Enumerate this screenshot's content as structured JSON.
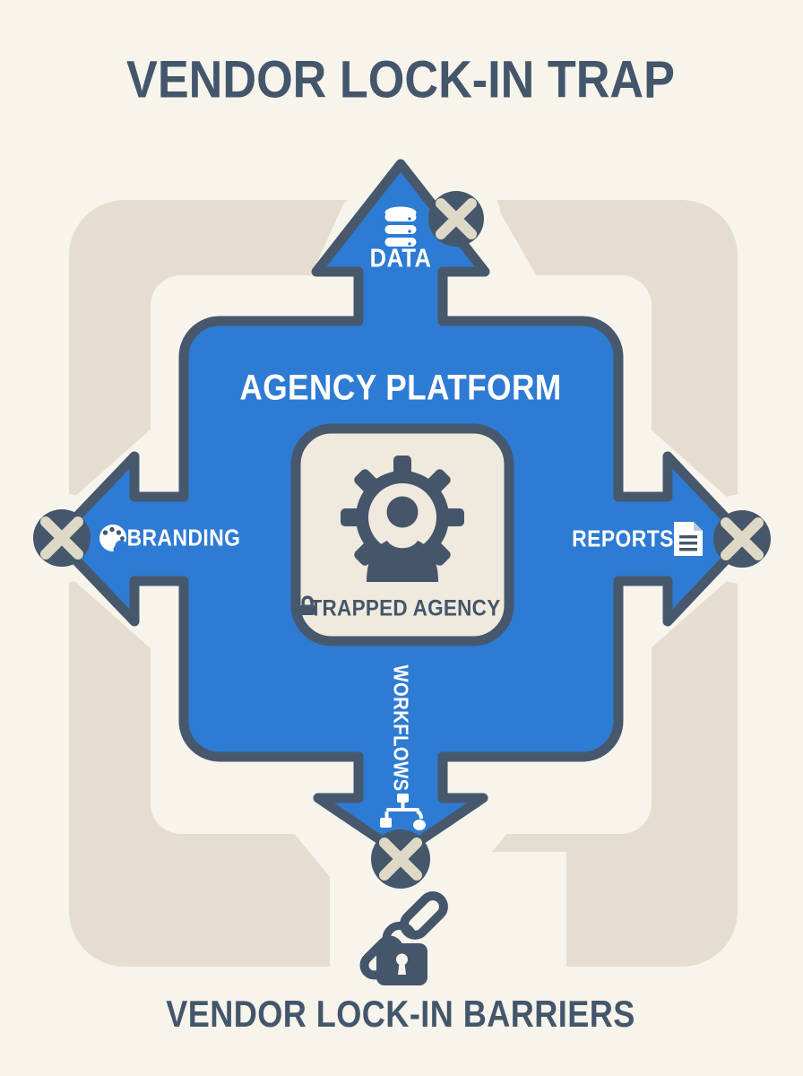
{
  "title": "VENDOR LOCK-IN TRAP",
  "platform": {
    "label": "AGENCY PLATFORM"
  },
  "center_card": {
    "label": "TRAPPED AGENCY",
    "label_icon": "lock-icon",
    "main_icon": "gear-person-icon"
  },
  "arrows": {
    "top": {
      "label": "DATA",
      "icon": "database-icon",
      "badge": "x-blocked-icon"
    },
    "left": {
      "label": "BRANDING",
      "icon": "palette-icon",
      "badge": "x-blocked-icon"
    },
    "right": {
      "label": "REPORTS",
      "icon": "document-icon",
      "badge": "x-blocked-icon"
    },
    "bottom": {
      "label": "WORKFLOWS",
      "icon": "workflow-icon",
      "badge": "x-blocked-icon"
    }
  },
  "footer": {
    "icon": "chain-lock-icon",
    "label": "VENDOR LOCK-IN BARRIERS"
  },
  "colors": {
    "background": "#F7F4EC",
    "beige_ring": "#E5DED0",
    "blue": "#2E7BD3",
    "dark_slate": "#45566B",
    "card_cream": "#EFEADD",
    "x_mark_cream": "#DED8C6",
    "white": "#FFFFFF"
  }
}
